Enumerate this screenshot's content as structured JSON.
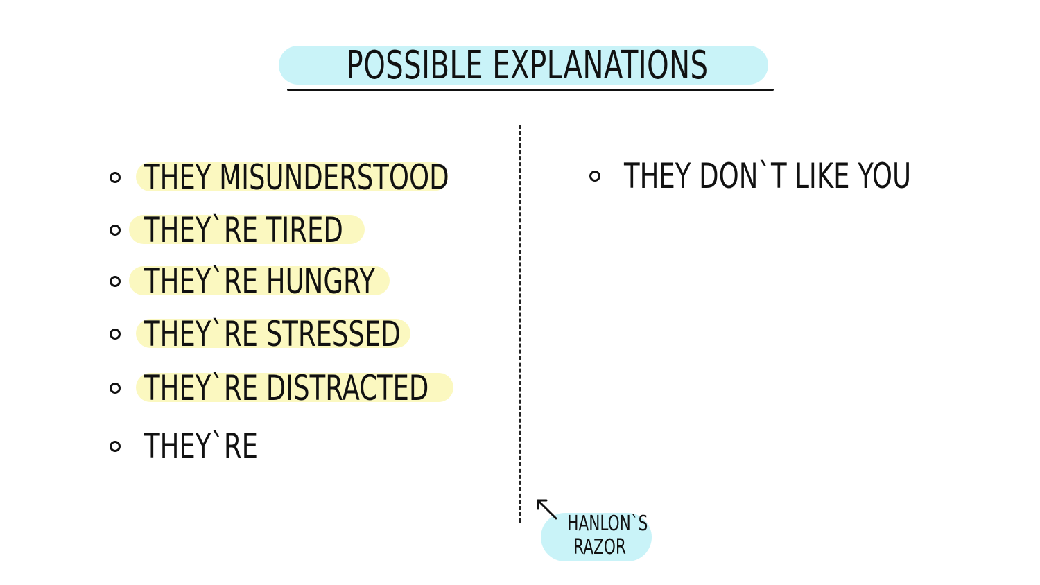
{
  "title": "POSSIBLE EXPLANATIONS",
  "left_column": {
    "items": [
      {
        "label": "THEY MISUNDERSTOOD",
        "highlighted": true
      },
      {
        "label": "THEY`RE TIRED",
        "highlighted": true
      },
      {
        "label": "THEY`RE HUNGRY",
        "highlighted": true
      },
      {
        "label": "THEY`RE STRESSED",
        "highlighted": true
      },
      {
        "label": "THEY`RE DISTRACTED",
        "highlighted": true
      },
      {
        "label": "THEY`RE",
        "highlighted": false
      }
    ]
  },
  "right_column": {
    "items": [
      {
        "label": "THEY DON`T LIKE YOU",
        "highlighted": false
      }
    ]
  },
  "annotation": {
    "line1": "HANLON`S",
    "line2": "RAZOR",
    "icon": "arrow-up-left-icon"
  },
  "colors": {
    "title_highlight": "#c9f3f8",
    "item_highlight": "#fbf8c0",
    "annotation_highlight": "#c9f3f8",
    "ink": "#111111"
  }
}
